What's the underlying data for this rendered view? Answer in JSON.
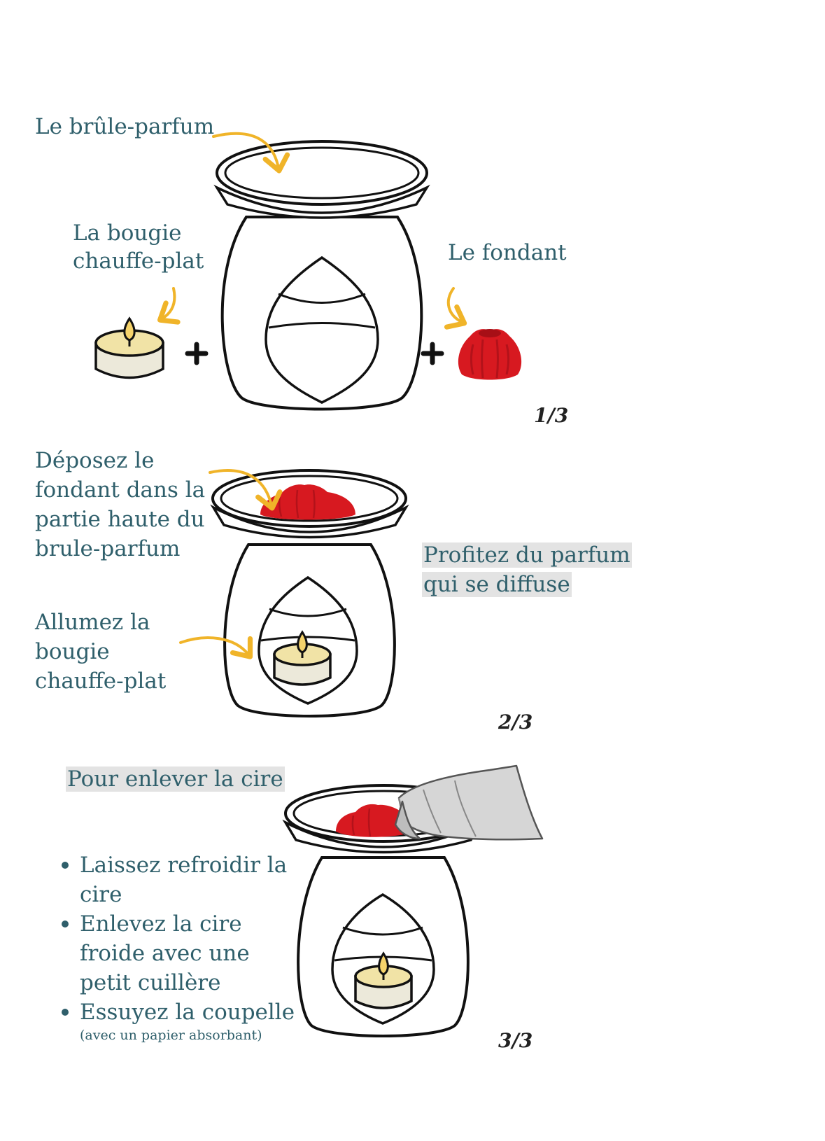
{
  "colors": {
    "text": "#2f5f6b",
    "arrow": "#f0b429",
    "wax": "#d71920",
    "candle_cup": "#f1e3a6",
    "candle_base": "#ece9da",
    "outline": "#111111",
    "highlight": "#e3e3e3"
  },
  "icons": [
    "oil-burner-icon",
    "tealight-candle-icon",
    "wax-melt-icon",
    "plus-icon",
    "curved-arrow-icon",
    "paper-towel-icon"
  ],
  "panel1": {
    "burner_label": "Le brûle-parfum",
    "candle_label_1": "La bougie",
    "candle_label_2": "chauffe-plat",
    "melt_label": "Le fondant",
    "step": "1/3"
  },
  "panel2": {
    "deposit_lines": [
      "Déposez le",
      "fondant dans la",
      "partie haute du",
      "brule-parfum"
    ],
    "light_lines": [
      "Allumez la",
      "bougie",
      "chauffe-plat"
    ],
    "enjoy_lines": [
      "Profitez du parfum",
      "qui se diffuse"
    ],
    "step": "2/3"
  },
  "panel3": {
    "title": "Pour enlever la cire",
    "bullets": [
      {
        "lines": [
          "Laissez refroidir la",
          "cire"
        ]
      },
      {
        "lines": [
          "Enlevez la cire",
          "froide avec une",
          "petit cuillère"
        ]
      },
      {
        "lines": [
          "Essuyez la coupelle"
        ],
        "note": "(avec un papier absorbant)"
      }
    ],
    "step": "3/3"
  }
}
